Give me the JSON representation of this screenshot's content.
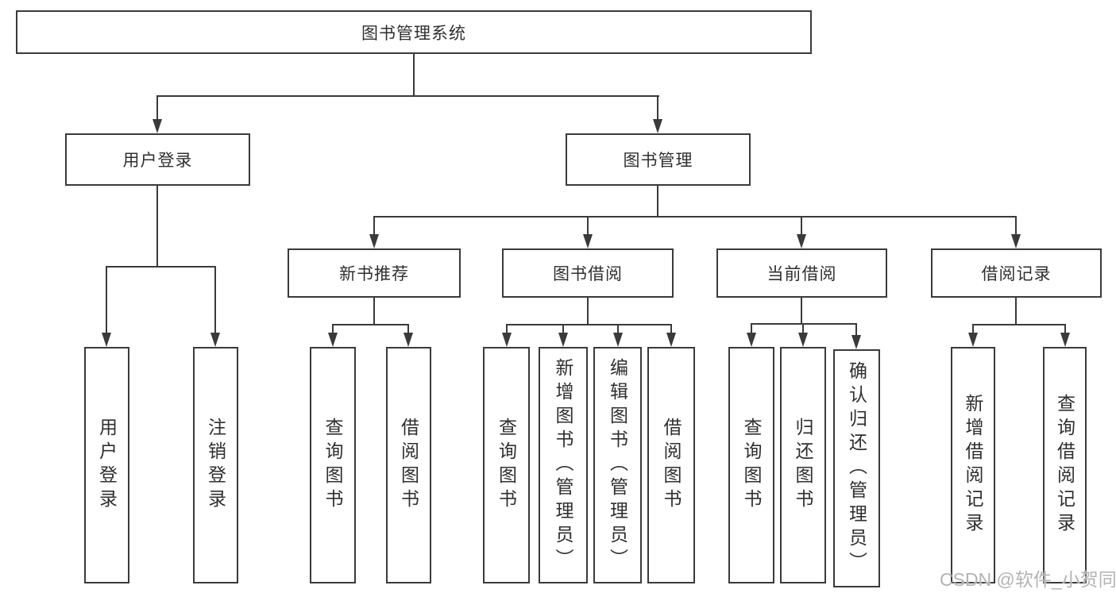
{
  "diagram": {
    "root": {
      "label": "图书管理系统"
    },
    "user_login": {
      "label": "用户登录",
      "children": [
        {
          "label": "用户登录"
        },
        {
          "label": "注销登录"
        }
      ]
    },
    "book_mgmt": {
      "label": "图书管理",
      "sections": [
        {
          "label": "新书推荐",
          "children": [
            {
              "label": "查询图书"
            },
            {
              "label": "借阅图书"
            }
          ]
        },
        {
          "label": "图书借阅",
          "children": [
            {
              "label": "查询图书"
            },
            {
              "label": "新增图书（管理员）"
            },
            {
              "label": "编辑图书（管理员）"
            },
            {
              "label": "借阅图书"
            }
          ]
        },
        {
          "label": "当前借阅",
          "children": [
            {
              "label": "查询图书"
            },
            {
              "label": "归还图书"
            },
            {
              "label": "确认归还（管理员）"
            }
          ]
        },
        {
          "label": "借阅记录",
          "children": [
            {
              "label": "新增借阅记录"
            },
            {
              "label": "查询借阅记录"
            }
          ]
        }
      ]
    }
  },
  "watermark": {
    "text": "CSDN @软件_小贺同学"
  },
  "colors": {
    "line": "#3a3a3a",
    "text": "#2f2f2f",
    "watermark": "#b3b3b3",
    "background": "#ffffff"
  }
}
